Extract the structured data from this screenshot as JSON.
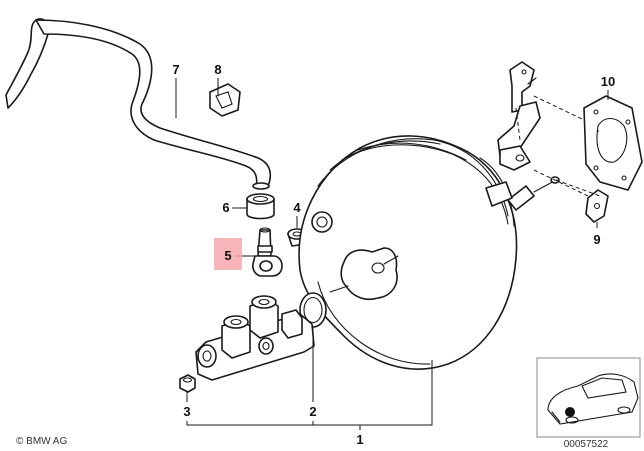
{
  "callouts": [
    {
      "id": "1",
      "label": "1"
    },
    {
      "id": "2",
      "label": "2"
    },
    {
      "id": "3",
      "label": "3"
    },
    {
      "id": "4",
      "label": "4"
    },
    {
      "id": "5",
      "label": "5"
    },
    {
      "id": "6",
      "label": "6"
    },
    {
      "id": "7",
      "label": "7"
    },
    {
      "id": "8",
      "label": "8"
    },
    {
      "id": "9",
      "label": "9"
    },
    {
      "id": "10",
      "label": "10"
    }
  ],
  "highlighted_callout": "5",
  "copyright": "© BMW AG",
  "diagram_number": "00057522",
  "colors": {
    "highlight_box": "#f7a8ad",
    "line": "#1a1a1a",
    "background": "#ffffff"
  }
}
